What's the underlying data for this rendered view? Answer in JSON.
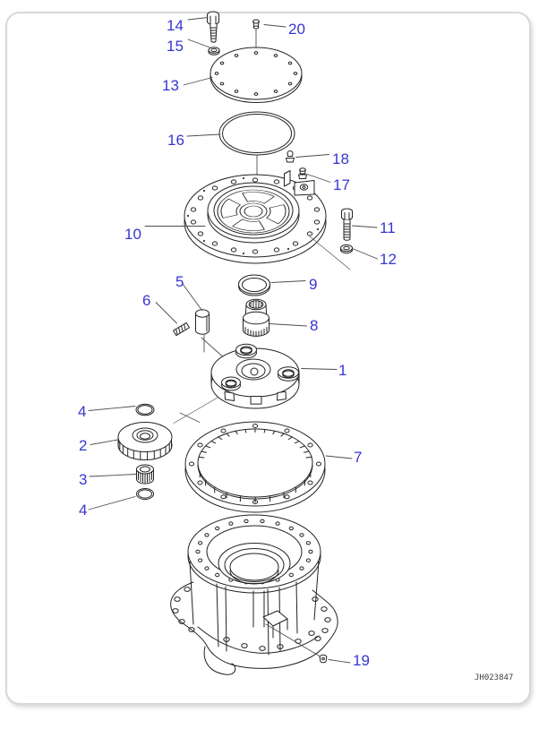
{
  "diagram": {
    "drawing_number": "JH023847",
    "callouts": {
      "c1": "1",
      "c2": "2",
      "c3": "3",
      "c4a": "4",
      "c4b": "4",
      "c5": "5",
      "c6": "6",
      "c7": "7",
      "c8": "8",
      "c9": "9",
      "c10": "10",
      "c11": "11",
      "c12": "12",
      "c13": "13",
      "c14": "14",
      "c15": "15",
      "c16": "16",
      "c17": "17",
      "c18": "18",
      "c19": "19",
      "c20": "20"
    }
  },
  "colors": {
    "callout_text": "#3535d1",
    "part_line": "#222222",
    "leader_line": "#4d4d4d",
    "page_border": "#d8d8d8",
    "background": "#ffffff",
    "drawing_number_text": "#3d3d3d"
  }
}
